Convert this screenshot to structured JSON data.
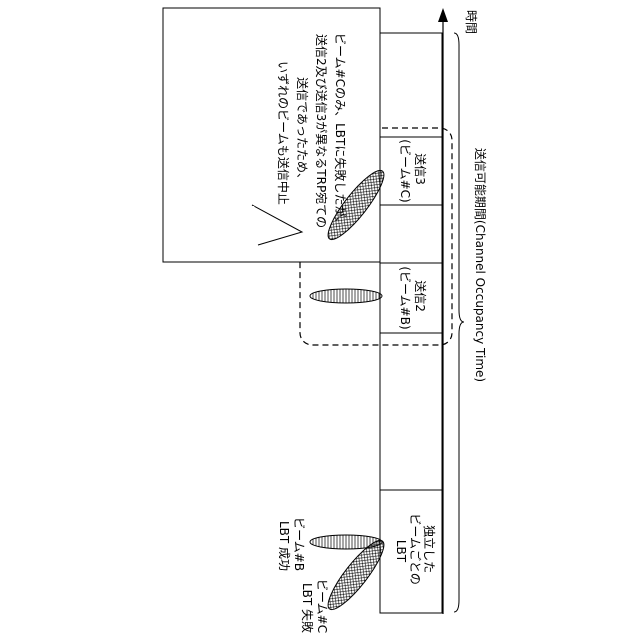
{
  "time_axis": {
    "label": "時間"
  },
  "cot": {
    "label": "送信可能期間(Channel Occupancy Time)"
  },
  "lbt_block": {
    "lines": [
      "独立した",
      "ビームごとの",
      "LBT"
    ]
  },
  "tx2_block": {
    "lines": [
      "送信2",
      "(ビーム#B)"
    ]
  },
  "tx3_block": {
    "lines": [
      "送信3",
      "(ビーム#C)"
    ]
  },
  "beam_b_label": {
    "lines": [
      "ビーム#B",
      "LBT 成功"
    ]
  },
  "beam_c_label": {
    "lines": [
      "ビーム#C",
      "LBT 失敗"
    ]
  },
  "callout": {
    "lines": [
      "ビーム#Cのみ、LBTに失敗したが、",
      "送信2及び送信3が異なるTRP宛ての",
      "送信であったため、",
      "いずれのビームも送信中止"
    ]
  }
}
